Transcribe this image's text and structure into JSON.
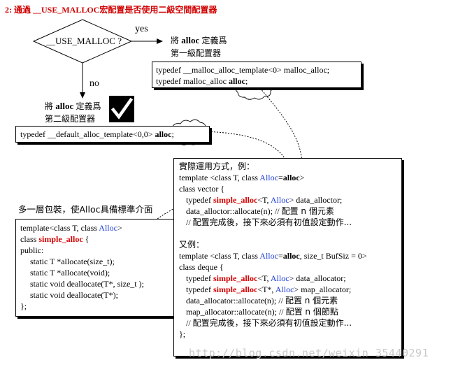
{
  "heading": "2: 通過 __USE_MALLOC宏配置是否使用二級空間配置器",
  "decision": {
    "label": "__USE_MALLOC ?",
    "yes": "yes",
    "no": "no"
  },
  "first_level": {
    "caption_line1_pre": "將",
    "caption_line1_bold": "alloc",
    "caption_line1_post": "定義爲",
    "caption_line2": "第一級配置器",
    "code": [
      {
        "parts": [
          {
            "t": "typedef __malloc_alloc_template<0> malloc_alloc;",
            "s": ""
          }
        ]
      },
      {
        "parts": [
          {
            "t": "typedef malloc_alloc ",
            "s": ""
          },
          {
            "t": "alloc",
            "s": "b"
          },
          {
            "t": ";",
            "s": ""
          }
        ]
      }
    ]
  },
  "second_level": {
    "caption_line1_pre": "將",
    "caption_line1_bold": "alloc",
    "caption_line1_post": "定義爲",
    "caption_line2": "第二級配置器",
    "code": [
      {
        "parts": [
          {
            "t": "typedef __default_alloc_template<0,0> ",
            "s": ""
          },
          {
            "t": "alloc",
            "s": "b"
          },
          {
            "t": ";",
            "s": ""
          }
        ]
      }
    ]
  },
  "wrapper_caption": "多一層包裝，使Alloc具備標準介面",
  "simple_alloc": {
    "code": [
      {
        "cls": "",
        "parts": [
          {
            "t": "template<class T, class ",
            "s": ""
          },
          {
            "t": "Alloc",
            "s": "blue"
          },
          {
            "t": ">",
            "s": ""
          }
        ]
      },
      {
        "cls": "",
        "parts": [
          {
            "t": "class ",
            "s": ""
          },
          {
            "t": "simple_alloc",
            "s": "red"
          },
          {
            "t": " {",
            "s": ""
          }
        ]
      },
      {
        "cls": "",
        "parts": [
          {
            "t": "public:",
            "s": ""
          }
        ]
      },
      {
        "cls": "ind2",
        "parts": [
          {
            "t": "static T *allocate(size_t);",
            "s": ""
          }
        ]
      },
      {
        "cls": "ind2",
        "parts": [
          {
            "t": "static T *allocate(void);",
            "s": ""
          }
        ]
      },
      {
        "cls": "ind2",
        "parts": [
          {
            "t": "static void deallocate(T*, size_t );",
            "s": ""
          }
        ]
      },
      {
        "cls": "ind2",
        "parts": [
          {
            "t": "static void deallocate(T*);",
            "s": ""
          }
        ]
      },
      {
        "cls": "",
        "parts": [
          {
            "t": "};",
            "s": ""
          }
        ]
      }
    ]
  },
  "usage": {
    "code": [
      {
        "cls": "",
        "parts": [
          {
            "t": "實際運用方式，例：",
            "s": "cjk"
          }
        ]
      },
      {
        "cls": "",
        "parts": [
          {
            "t": "template <class T, class ",
            "s": ""
          },
          {
            "t": "Alloc",
            "s": "blue"
          },
          {
            "t": "=",
            "s": ""
          },
          {
            "t": "alloc",
            "s": "b"
          },
          {
            "t": ">",
            "s": ""
          }
        ]
      },
      {
        "cls": "",
        "parts": [
          {
            "t": "class vector {",
            "s": ""
          }
        ]
      },
      {
        "cls": "ind",
        "parts": [
          {
            "t": "typedef ",
            "s": ""
          },
          {
            "t": "simple_alloc",
            "s": "red"
          },
          {
            "t": "<T, ",
            "s": ""
          },
          {
            "t": "Alloc",
            "s": "blue"
          },
          {
            "t": "> data_alloctor;",
            "s": ""
          }
        ]
      },
      {
        "cls": "ind",
        "parts": [
          {
            "t": "data_alloctor::allocate(n); // ",
            "s": ""
          },
          {
            "t": "配置 n 個元素",
            "s": "cjk"
          }
        ]
      },
      {
        "cls": "ind",
        "parts": [
          {
            "t": "// ",
            "s": ""
          },
          {
            "t": "配置完成後，接下來必須有初值設定動作...",
            "s": "cjk"
          }
        ]
      },
      {
        "cls": "",
        "parts": [
          {
            "t": "",
            "s": ""
          }
        ]
      },
      {
        "cls": "",
        "parts": [
          {
            "t": "又例：",
            "s": "cjk"
          }
        ]
      },
      {
        "cls": "",
        "parts": [
          {
            "t": "template <class T, class ",
            "s": ""
          },
          {
            "t": "Alloc",
            "s": "blue"
          },
          {
            "t": "=",
            "s": ""
          },
          {
            "t": "alloc",
            "s": "b"
          },
          {
            "t": ", size_t BufSiz = 0>",
            "s": ""
          }
        ]
      },
      {
        "cls": "",
        "parts": [
          {
            "t": "class deque {",
            "s": ""
          }
        ]
      },
      {
        "cls": "ind",
        "parts": [
          {
            "t": "typedef ",
            "s": ""
          },
          {
            "t": "simple_alloc",
            "s": "red"
          },
          {
            "t": "<T, ",
            "s": ""
          },
          {
            "t": "Alloc",
            "s": "blue"
          },
          {
            "t": "> data_allocator;",
            "s": ""
          }
        ]
      },
      {
        "cls": "ind",
        "parts": [
          {
            "t": "typedef ",
            "s": ""
          },
          {
            "t": "simple_alloc",
            "s": "red"
          },
          {
            "t": "<T*, ",
            "s": ""
          },
          {
            "t": "Alloc",
            "s": "blue"
          },
          {
            "t": "> map_allocator;",
            "s": ""
          }
        ]
      },
      {
        "cls": "ind",
        "parts": [
          {
            "t": "data_allocator::allocate(n); // ",
            "s": ""
          },
          {
            "t": "配置 n 個元素",
            "s": "cjk"
          }
        ]
      },
      {
        "cls": "ind",
        "parts": [
          {
            "t": "map_allocator::allocate(n); // ",
            "s": ""
          },
          {
            "t": "配置 n 個節點",
            "s": "cjk"
          }
        ]
      },
      {
        "cls": "ind",
        "parts": [
          {
            "t": "// ",
            "s": ""
          },
          {
            "t": "配置完成後，接下來必須有初值設定動作...",
            "s": "cjk"
          }
        ]
      },
      {
        "cls": "",
        "parts": [
          {
            "t": "};",
            "s": ""
          }
        ]
      }
    ]
  },
  "watermark": "http://blog.csdn.net/weixin_35440291"
}
